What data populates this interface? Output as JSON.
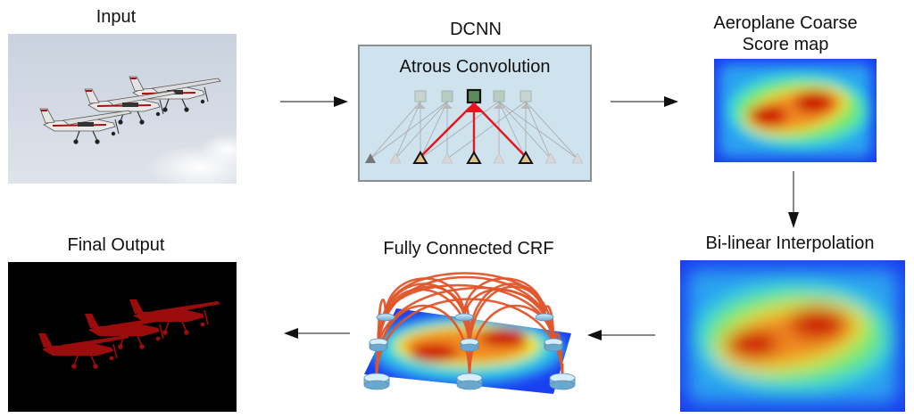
{
  "stages": {
    "input": {
      "label": "Input"
    },
    "dcnn": {
      "label": "DCNN",
      "box_title": "Atrous Convolution"
    },
    "score_map": {
      "label_line1": "Aeroplane Coarse",
      "label_line2": "Score map"
    },
    "interp": {
      "label": "Bi-linear Interpolation"
    },
    "crf": {
      "label": "Fully Connected CRF"
    },
    "output": {
      "label": "Final Output"
    }
  },
  "colors": {
    "dcnn_box_fill": "#cfe3ee",
    "dcnn_box_border": "#8a8f94",
    "atrous_highlight": "#e8141c",
    "crf_edge": "#e0552b",
    "segment_fill": "#9b0d0d",
    "heat_low": "#1a3ff0",
    "heat_high": "#cc0000"
  }
}
